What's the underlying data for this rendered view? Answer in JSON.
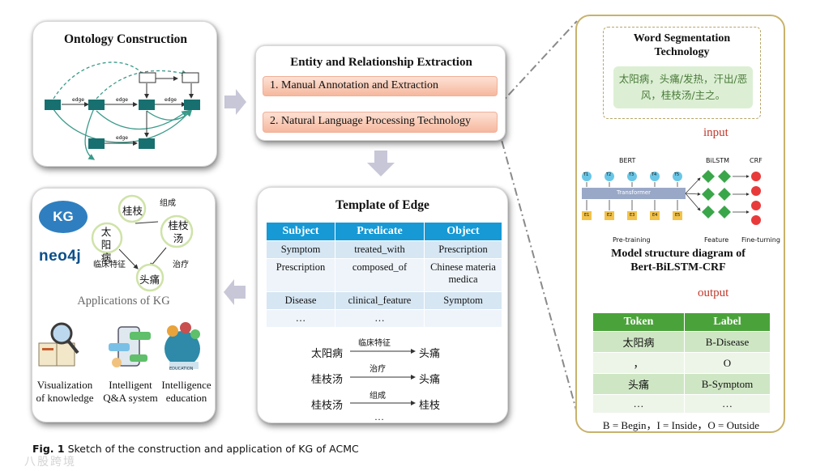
{
  "ontology": {
    "title": "Ontology Construction",
    "edge_label": "edge"
  },
  "extraction": {
    "title": "Entity and Relationship Extraction",
    "methods": [
      "1. Manual Annotation and Extraction",
      "2. Natural Language Processing Technology"
    ]
  },
  "template": {
    "title": "Template of Edge",
    "headers": [
      "Subject",
      "Predicate",
      "Object"
    ],
    "rows": [
      [
        "Symptom",
        "treated_with",
        "Prescription"
      ],
      [
        "Prescription",
        "composed_of",
        "Chinese materia medica"
      ],
      [
        "Disease",
        "clinical_feature",
        "Symptom"
      ],
      [
        "…",
        "…",
        ""
      ]
    ],
    "triples": [
      {
        "subject": "太阳病",
        "relation": "临床特征",
        "object": "头痛"
      },
      {
        "subject": "桂枝汤",
        "relation": "治疗",
        "object": "头痛"
      },
      {
        "subject": "桂枝汤",
        "relation": "组成",
        "object": "桂枝"
      }
    ],
    "more": "…"
  },
  "applications": {
    "kg_badge": "KG",
    "neo4j_logo": "neo4j",
    "graph": {
      "nodes": [
        "桂枝",
        "桂枝汤",
        "太阳病",
        "头痛"
      ],
      "edges": [
        "组成",
        "临床特征",
        "治疗"
      ]
    },
    "title": "Applications of KG",
    "items": [
      {
        "label": "Visualization of knowledge",
        "icon": "magnifier-book-icon"
      },
      {
        "label": "Intelligent Q&A system",
        "icon": "chat-phone-icon"
      },
      {
        "label": "Intelligence education",
        "icon": "education-icon"
      }
    ],
    "education_tag": "EDUCATION"
  },
  "nlp": {
    "word_seg_title": "Word Segmentation Technology",
    "word_seg_text": "太阳病，头痛/发热，汗出/恶风，桂枝汤/主之。",
    "input_label": "input",
    "output_label": "output",
    "model": {
      "bert": "BERT",
      "bilstm": "BiLSTM",
      "crf": "CRF",
      "transformer": "Transformer",
      "t_labels": [
        "T1",
        "T2",
        "T3",
        "T4",
        "T5"
      ],
      "e_labels": [
        "E1",
        "E2",
        "E3",
        "E4",
        "E5"
      ],
      "stages": [
        "Pre-training",
        "Feature",
        "Fine-turning"
      ],
      "caption": "Model structure diagram of Bert-BiLSTM-CRF"
    },
    "token_table": {
      "headers": [
        "Token",
        "Label"
      ],
      "rows": [
        [
          "太阳病",
          "B-Disease"
        ],
        [
          "，",
          "O"
        ],
        [
          "头痛",
          "B-Symptom"
        ],
        [
          "…",
          "…"
        ]
      ]
    },
    "legend": "B = Begin，I = Inside，O = Outside"
  },
  "caption": {
    "label": "Fig. 1",
    "text": "Sketch of the construction and application of KG of ACMC"
  },
  "watermark": "八股跨境",
  "colors": {
    "blue_header": "#1699d5",
    "green_header": "#4aa33a",
    "teal_node": "#17706f",
    "red_label": "#c0392b",
    "arrow_gray": "#c7c7d8"
  }
}
